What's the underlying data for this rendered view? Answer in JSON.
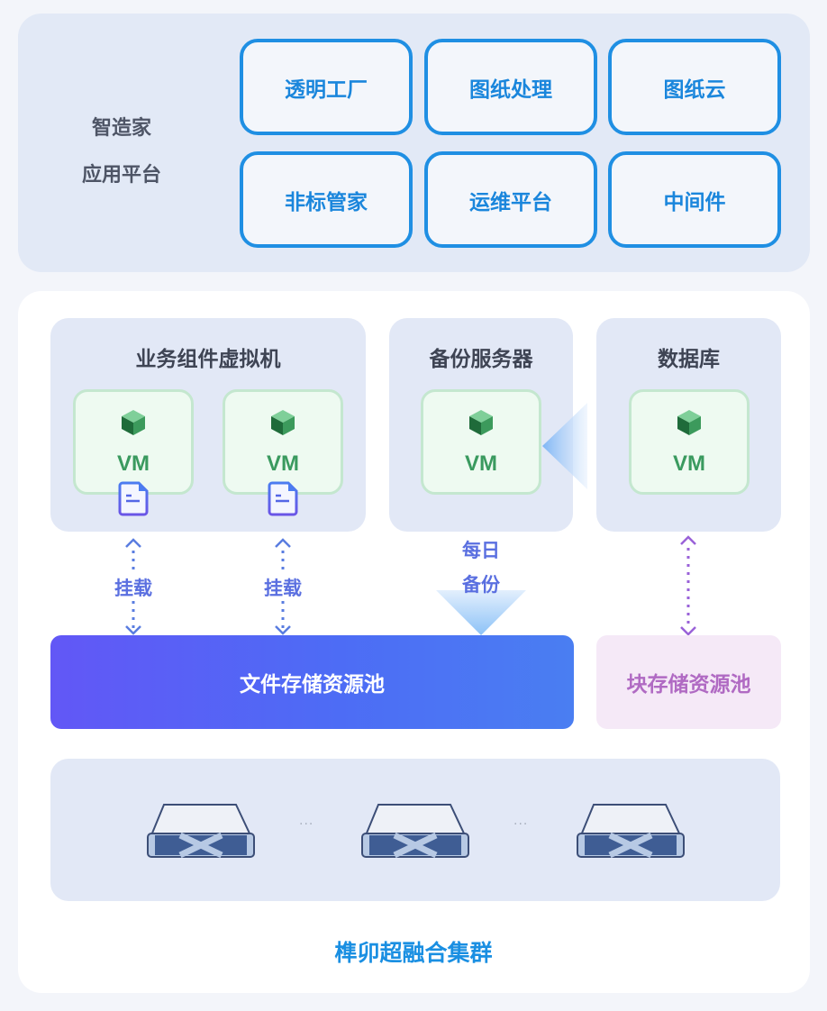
{
  "app_platform": {
    "label_line1": "智造家",
    "label_line2": "应用平台",
    "apps": [
      "透明工厂",
      "图纸处理",
      "图纸云",
      "非标管家",
      "运维平台",
      "中间件"
    ]
  },
  "groups": {
    "business_vms": {
      "title": "业务组件虚拟机",
      "vm_labels": [
        "VM",
        "VM"
      ]
    },
    "backup_server": {
      "title": "备份服务器",
      "vm_label": "VM"
    },
    "database": {
      "title": "数据库",
      "vm_label": "VM"
    }
  },
  "links": {
    "mount_1": "挂载",
    "mount_2": "挂载",
    "daily_backup_line1": "每日",
    "daily_backup_line2": "备份"
  },
  "storage": {
    "file_pool": "文件存储资源池",
    "block_pool": "块存储资源池"
  },
  "cluster": {
    "title": "榫卯超融合集群",
    "separator": "···",
    "server_count_shown": 3
  },
  "colors": {
    "app_accent": "#1f8fe3",
    "vm_green": "#3a9a5f",
    "mount_blue": "#5a6fe0",
    "block_purple": "#b06ac3",
    "cluster_title": "#1a8fe2"
  }
}
